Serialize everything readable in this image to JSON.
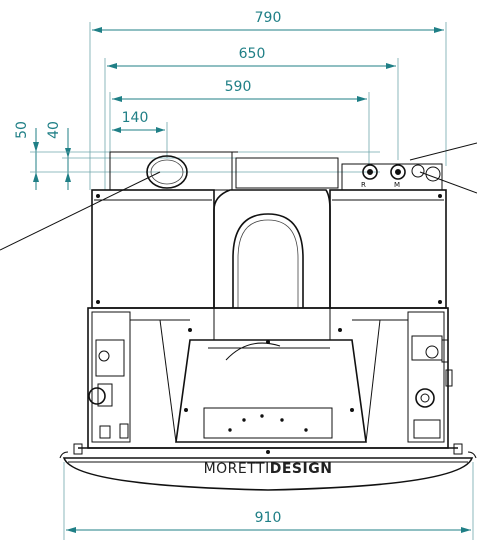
{
  "dimensions": {
    "overall_top": "790",
    "middle_top": "650",
    "inner_top": "590",
    "flue_offset": "140",
    "height_a": "50",
    "height_b": "40",
    "overall_bottom": "910"
  },
  "brand": {
    "text_left": "MORETTI",
    "text_right": "DESIGN"
  },
  "connection_labels": {
    "left": "R",
    "right": "M"
  },
  "colors": {
    "dimension": "#1f7f86",
    "drawing": "#111111"
  }
}
